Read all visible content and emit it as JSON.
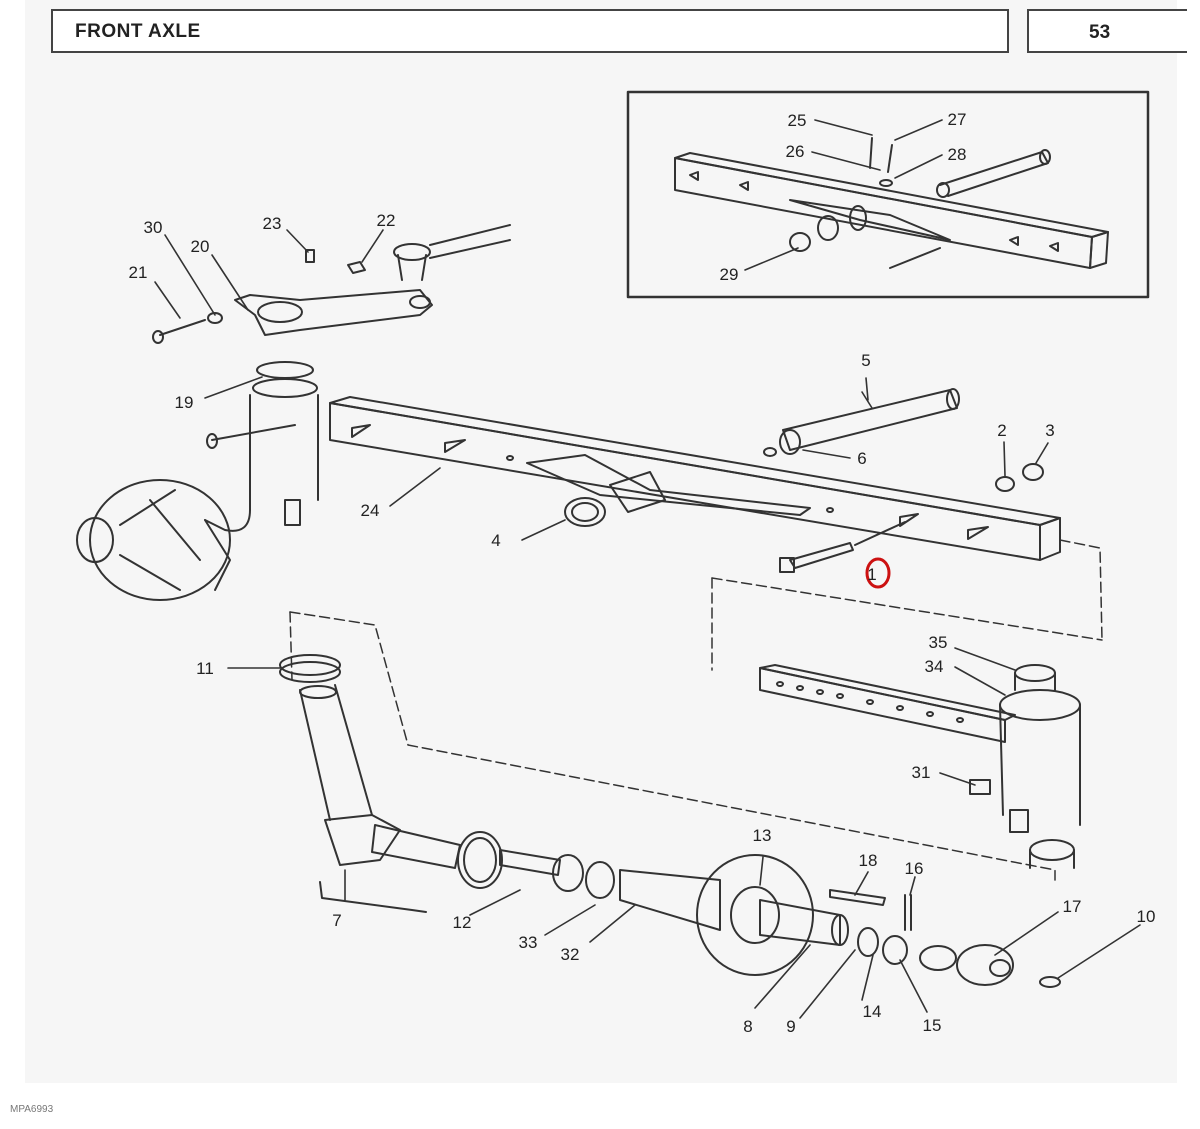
{
  "header": {
    "title": "FRONT AXLE",
    "page_number": "53"
  },
  "footer": {
    "reference_code": "MPA6993"
  },
  "callouts": [
    {
      "id": "c1",
      "text": "1",
      "highlighted": true
    },
    {
      "id": "c2",
      "text": "2"
    },
    {
      "id": "c3",
      "text": "3"
    },
    {
      "id": "c4",
      "text": "4"
    },
    {
      "id": "c5",
      "text": "5"
    },
    {
      "id": "c6",
      "text": "6"
    },
    {
      "id": "c7",
      "text": "7"
    },
    {
      "id": "c8",
      "text": "8"
    },
    {
      "id": "c9",
      "text": "9"
    },
    {
      "id": "c10",
      "text": "10"
    },
    {
      "id": "c11",
      "text": "11"
    },
    {
      "id": "c12",
      "text": "12"
    },
    {
      "id": "c13",
      "text": "13"
    },
    {
      "id": "c14",
      "text": "14"
    },
    {
      "id": "c15",
      "text": "15"
    },
    {
      "id": "c16",
      "text": "16"
    },
    {
      "id": "c17",
      "text": "17"
    },
    {
      "id": "c18",
      "text": "18"
    },
    {
      "id": "c19",
      "text": "19"
    },
    {
      "id": "c20",
      "text": "20"
    },
    {
      "id": "c21",
      "text": "21"
    },
    {
      "id": "c22",
      "text": "22"
    },
    {
      "id": "c23",
      "text": "23"
    },
    {
      "id": "c24",
      "text": "24"
    },
    {
      "id": "c25",
      "text": "25"
    },
    {
      "id": "c26",
      "text": "26"
    },
    {
      "id": "c27",
      "text": "27"
    },
    {
      "id": "c28",
      "text": "28"
    },
    {
      "id": "c29",
      "text": "29"
    },
    {
      "id": "c30",
      "text": "30"
    },
    {
      "id": "c31",
      "text": "31"
    },
    {
      "id": "c32",
      "text": "32"
    },
    {
      "id": "c33",
      "text": "33"
    },
    {
      "id": "c34",
      "text": "34"
    },
    {
      "id": "c35",
      "text": "35"
    }
  ],
  "colors": {
    "line": "#333333",
    "highlight": "#cc1111"
  }
}
